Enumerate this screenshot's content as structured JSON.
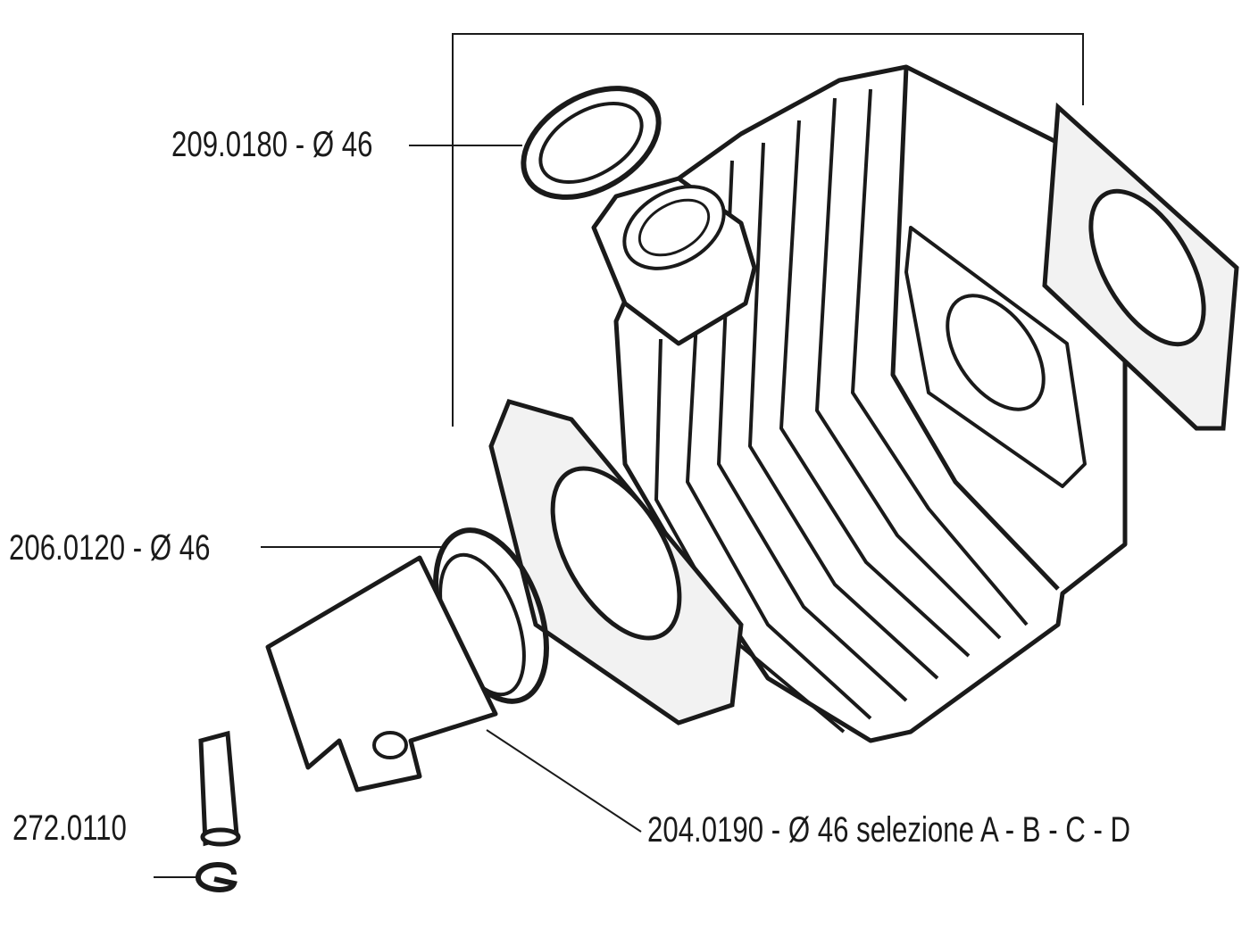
{
  "diagram": {
    "type": "exploded parts diagram",
    "subject": "cylinder kit",
    "line_color": "#1a1a1a",
    "background": "#ffffff"
  },
  "labels": [
    {
      "id": "head-gasket",
      "text": "209.0180 - Ø 46"
    },
    {
      "id": "piston-rings",
      "text": "206.0120 - Ø 46"
    },
    {
      "id": "piston",
      "text": "204.0190 - Ø 46 selezione A - B - C - D"
    },
    {
      "id": "piston-pin",
      "text": "272.0110"
    }
  ]
}
